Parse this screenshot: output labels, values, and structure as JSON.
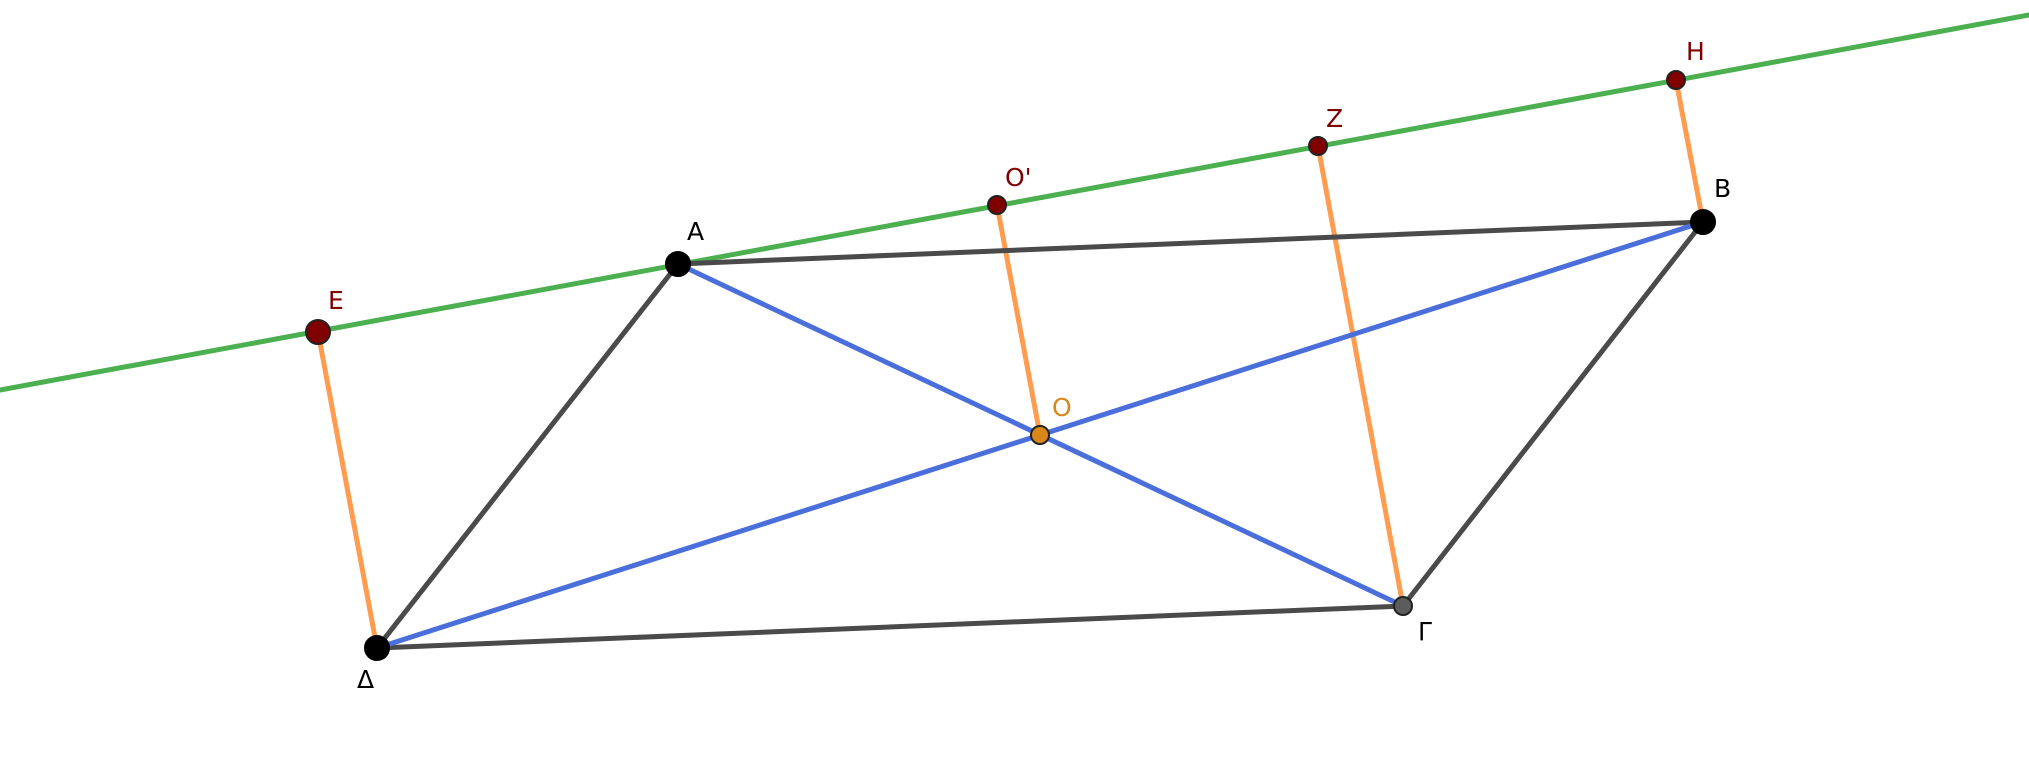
{
  "colors": {
    "transversal_line": "#4caf50",
    "perpendicular_segments": "#ff9c4f",
    "diagonals": "#4a6fdb",
    "parallelogram_sides": "#4a4a4a",
    "vertex_point_fill": "#000000",
    "gamma_point_fill": "#5c5c5c",
    "projection_point_fill": "#800000",
    "center_point_fill": "#d9861a",
    "vertex_label": "#000000",
    "projection_label": "#800000",
    "center_label": "#d9861a"
  },
  "points": {
    "A": {
      "label": "A"
    },
    "B": {
      "label": "B"
    },
    "G": {
      "label": "Γ"
    },
    "D": {
      "label": "Δ"
    },
    "O": {
      "label": "O"
    },
    "E": {
      "label": "E"
    },
    "Z": {
      "label": "Z"
    },
    "H": {
      "label": "H"
    },
    "Op": {
      "label": "O'"
    }
  }
}
